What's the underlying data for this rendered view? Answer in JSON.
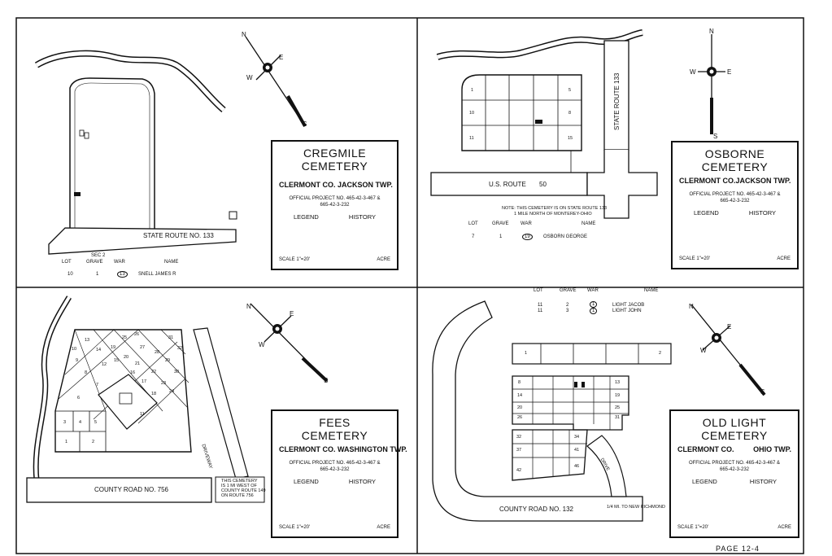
{
  "panels": {
    "cregmile": {
      "title1": "CREGMILE",
      "title2": "CEMETERY",
      "county": "CLERMONT CO. JACKSON TWP.",
      "project": "OFFICIAL PROJECT NO. 465-42-3-467 &",
      "project2": "665-42-3-232",
      "legend": "LEGEND",
      "history": "HISTORY",
      "scale": "SCALE 1\"=20'",
      "acre": "ACRE",
      "road": "STATE ROUTE NO. 133",
      "sec": "SEC 2",
      "headers": [
        "LOT",
        "GRAVE",
        "WAR",
        "NAME"
      ],
      "rows": [
        [
          "10",
          "1",
          "13",
          "SNELL JAMES R"
        ]
      ]
    },
    "osborne": {
      "title1": "OSBORNE",
      "title2": "CEMETERY",
      "county": "CLERMONT CO.",
      "twp": "JACKSON TWP.",
      "project": "OFFICIAL PROJECT NO. 465-42-3-467 &",
      "project2": "665-42-3-232",
      "legend": "LEGEND",
      "history": "HISTORY",
      "scale": "SCALE 1\"=20'",
      "acre": "ACRE",
      "road_us": "U.S. ROUTE",
      "road_us_no": "50",
      "road_state": "STATE ROUTE 133",
      "note1": "NOTE: THIS CEMETERY IS ON STATE ROUTE 133",
      "note2": "1 MILE NORTH OF MONTEREY-OHIO",
      "headers": [
        "LOT",
        "GRAVE",
        "WAR",
        "NAME"
      ],
      "rows": [
        [
          "7",
          "1",
          "19",
          "OSBORN GEORGE"
        ]
      ],
      "lots": [
        "1",
        "5",
        "10",
        "8",
        "11",
        "15"
      ]
    },
    "fees": {
      "title1": "FEES",
      "title2": "CEMETERY",
      "county": "CLERMONT CO. WASHINGTON TWP.",
      "project": "OFFICIAL PROJECT NO. 465-42-3-467 &",
      "project2": "665-42-3-232",
      "legend": "LEGEND",
      "history": "HISTORY",
      "scale": "SCALE 1\"=20'",
      "acre": "ACRE",
      "road": "COUNTY ROAD NO. 756",
      "drive": "DRIVEWAY",
      "note": [
        "THIS CEMETERY",
        "IS 1 MI WEST OF",
        "COUNTY ROUTE 149",
        "ON ROUTE 756"
      ],
      "lots": [
        "1",
        "2",
        "3",
        "4",
        "5",
        "6",
        "7",
        "8",
        "9",
        "10",
        "11",
        "12",
        "13",
        "14",
        "15",
        "16",
        "17",
        "18",
        "19",
        "20",
        "21",
        "22",
        "23",
        "24",
        "25",
        "26",
        "27",
        "28",
        "29",
        "30",
        "31",
        "32"
      ]
    },
    "oldlight": {
      "title1": "OLD LIGHT",
      "title2": "CEMETERY",
      "county": "CLERMONT CO.",
      "twp": "OHIO TWP.",
      "project": "OFFICIAL PROJECT NO. 465-42-3-467 &",
      "project2": "665-42-3-232",
      "legend": "LEGEND",
      "history": "HISTORY",
      "scale": "SCALE 1\"=20'",
      "acre": "ACRE",
      "road": "COUNTY ROAD NO. 132",
      "drive": "DRIVE",
      "note": "1/4 MI. TO NEW RICHMOND",
      "headers": [
        "LOT",
        "GRAVE",
        "WAR",
        "NAME"
      ],
      "rows": [
        [
          "11",
          "2",
          "1",
          "LIGHT JACOB"
        ],
        [
          "11",
          "3",
          "1",
          "LIGHT JOHN"
        ]
      ],
      "lots": [
        "1",
        "2",
        "8",
        "13",
        "14",
        "19",
        "20",
        "25",
        "26",
        "31",
        "32",
        "34",
        "37",
        "41",
        "42",
        "46"
      ]
    }
  },
  "compass": {
    "n": "N",
    "e": "E",
    "w": "W",
    "s": "S"
  },
  "page": "PAGE 12-4"
}
